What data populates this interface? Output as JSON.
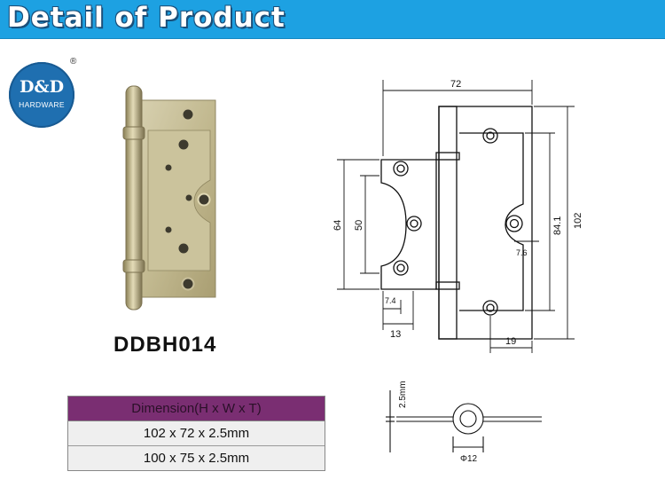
{
  "header": {
    "title": "Detail of Product"
  },
  "logo": {
    "main": "D&D",
    "sub": "HARDWARE",
    "registered": "®"
  },
  "product": {
    "model": "DDBH014"
  },
  "dimension_table": {
    "header": "Dimension(H x W x T)",
    "rows": [
      "102 x 72 x 2.5mm",
      "100 x 75 x 2.5mm"
    ]
  },
  "drawing": {
    "width": "72",
    "height": "102",
    "inner_height": "84.1",
    "cutout_outer": "64",
    "cutout_inner": "50",
    "leaf_offset": "13",
    "small_offset": "7.4",
    "hole_offset": "7.6",
    "right_offset": "19"
  },
  "side_view": {
    "thickness": "2.5mm",
    "diameter": "Φ12"
  },
  "colors": {
    "header_bg": "#1da1e2",
    "table_header_bg": "#7a2e72",
    "logo_bg": "#1f6fb0"
  }
}
